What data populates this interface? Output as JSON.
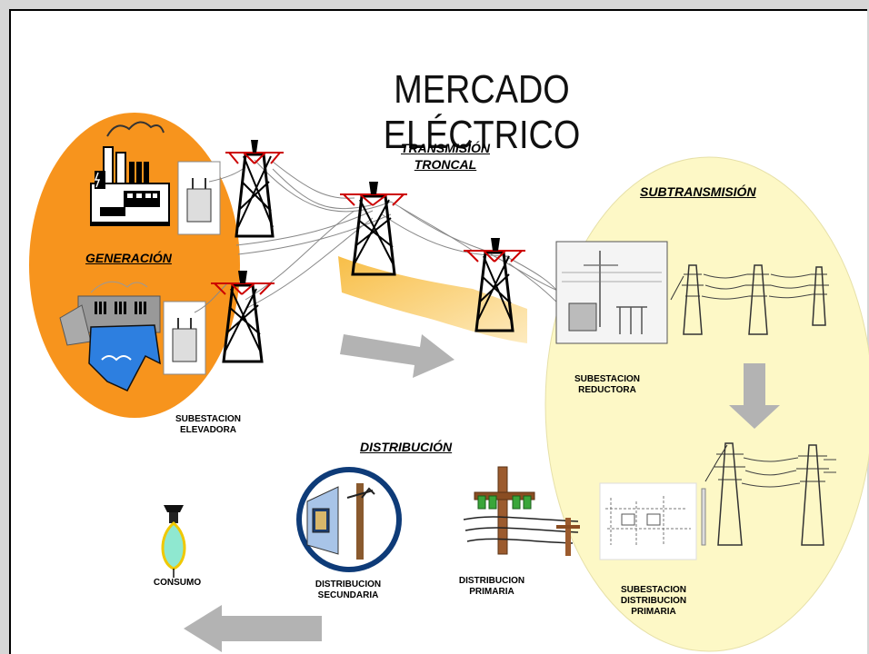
{
  "slide": {
    "title": "MERCADO ELÉCTRICO",
    "stages": {
      "generacion": "GENERACIÓN",
      "transmision_line1": "TRANSMISIÓN",
      "transmision_line2": "TRONCAL",
      "subtransmision": "SUBTRANSMISIÓN",
      "distribucion": "DISTRIBUCIÓN"
    },
    "nodes": {
      "subestacion_elevadora": [
        "SUBESTACION",
        "ELEVADORA"
      ],
      "subestacion_reductora": [
        "SUBESTACION",
        "REDUCTORA"
      ],
      "consumo": "CONSUMO",
      "distribucion_secundaria": [
        "DISTRIBUCION",
        "SECUNDARIA"
      ],
      "distribucion_primaria": [
        "DISTRIBUCION",
        "PRIMARIA"
      ],
      "subestacion_distribucion_primaria": [
        "SUBESTACION",
        "DISTRIBUCION",
        "PRIMARIA"
      ]
    },
    "colors": {
      "generation_zone": "#f7941d",
      "subtransmission_zone": "#fdf8c6",
      "transmission_glow": "#f7b733",
      "arrows": "#b3b3b3",
      "ring": "#1f5fa8",
      "water": "#2d7fe0"
    }
  }
}
